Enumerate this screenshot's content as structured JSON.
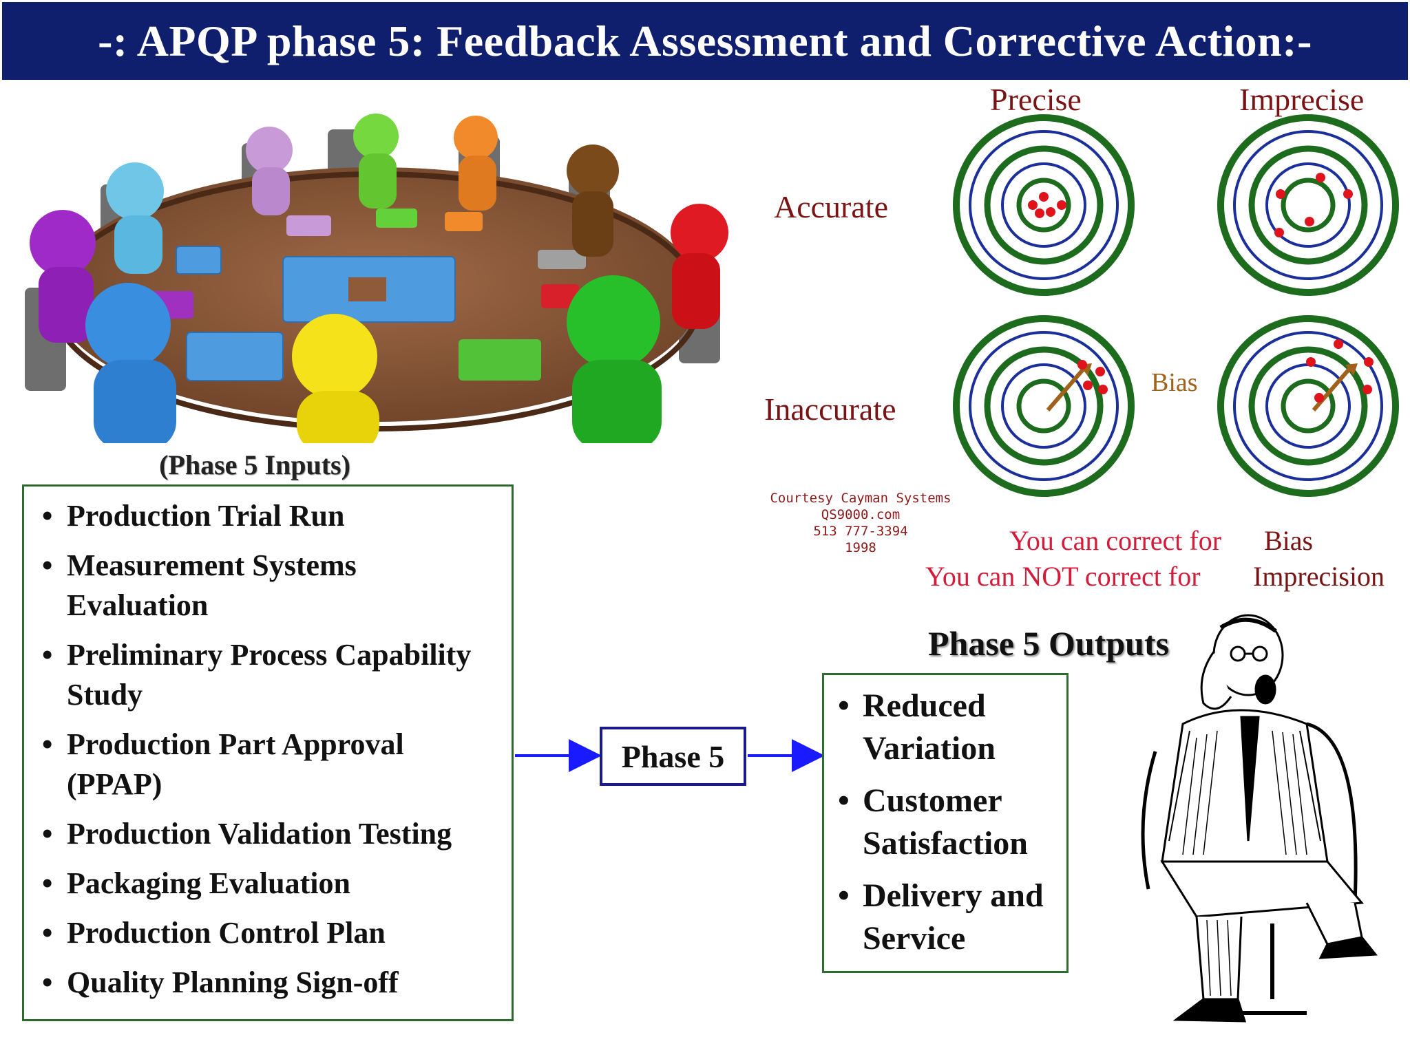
{
  "title": "-: APQP phase 5: Feedback Assessment and Corrective Action:-",
  "inputs": {
    "caption": "(Phase 5 Inputs)",
    "items": [
      "Production Trial Run",
      "Measurement Systems Evaluation",
      "Preliminary Process Capability Study",
      "Production Part Approval (PPAP)",
      "Production Validation Testing",
      "Packaging Evaluation",
      "Production Control Plan",
      "Quality Planning Sign-off"
    ]
  },
  "phase": {
    "label": "Phase 5"
  },
  "outputs": {
    "title": "Phase 5 Outputs",
    "items": [
      "Reduced Variation",
      "Customer Satisfaction",
      "Delivery and Service"
    ]
  },
  "targets": {
    "col_precise": "Precise",
    "col_imprecise": "Imprecise",
    "row_accurate": "Accurate",
    "row_inaccurate": "Inaccurate",
    "bias": "Bias",
    "courtesy": [
      "Courtesy Cayman Systems",
      "QS9000.com",
      "513 777-3394",
      "1998"
    ],
    "note_can": "You can correct for",
    "note_can_target": "Bias",
    "note_cannot": "You can  NOT correct for",
    "note_cannot_target": "Imprecision"
  },
  "colors": {
    "title_bg": "#0f1f6e",
    "box_border": "#2f6b2f",
    "arrow": "#1a1aff",
    "ring_green": "#1d6b1d",
    "ring_blue": "#1b2f9a",
    "dot_red": "#e0121c",
    "label_dark_red": "#7a1414",
    "note_red": "#d41c3a"
  }
}
